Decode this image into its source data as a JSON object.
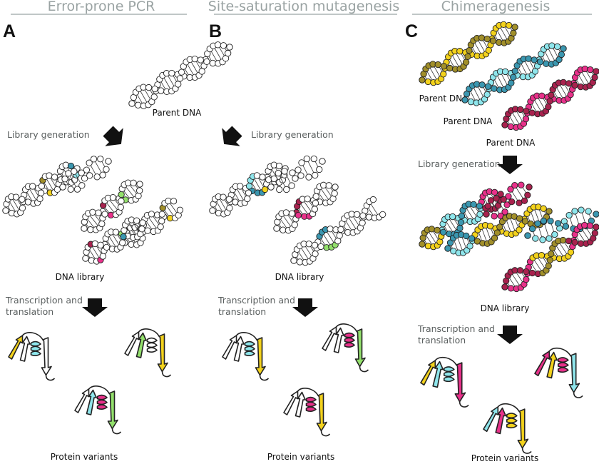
{
  "panels": [
    {
      "letter": "A",
      "title": "Error-prone PCR",
      "parent_label": "Parent DNA",
      "step1": "Library generation",
      "library_label": "DNA library",
      "step2_line1": "Transcription and",
      "step2_line2": "translation",
      "protein_label": "Protein variants"
    },
    {
      "letter": "B",
      "title": "Site-saturation mutagenesis",
      "step1": "Library generation",
      "library_label": "DNA library",
      "step2_line1": "Transcription and",
      "step2_line2": "translation",
      "protein_label": "Protein variants"
    },
    {
      "letter": "C",
      "title": "Chimeragenesis",
      "parent_label_1": "Parent DNA",
      "parent_label_2": "Parent DNA",
      "parent_label_3": "Parent DNA",
      "step1": "Library generation",
      "library_label": "DNA library",
      "step2_line1": "Transcription and",
      "step2_line2": "translation",
      "protein_label": "Protein variants"
    }
  ],
  "colors": {
    "yellow": "#f3d21c",
    "olive": "#a18f2a",
    "cyan": "#8fe6ec",
    "teal": "#3b97b0",
    "pink": "#e8318a",
    "maroon": "#a8224e",
    "green": "#93e06c",
    "title_gray": "#9aa3a3"
  }
}
